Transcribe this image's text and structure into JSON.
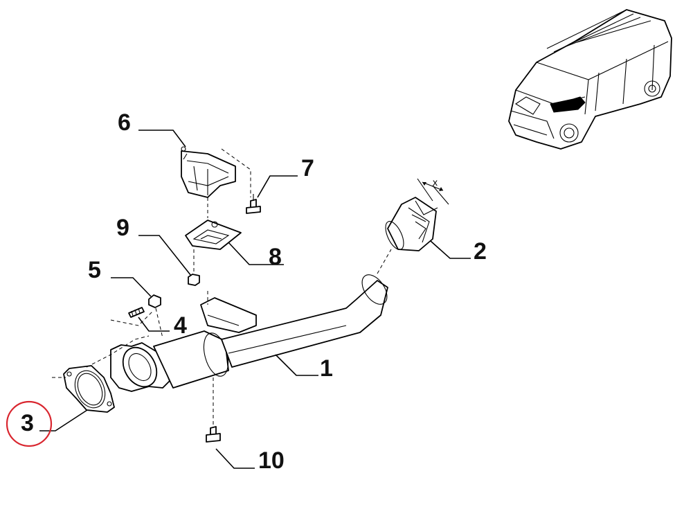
{
  "diagram": {
    "callouts": {
      "c1": "1",
      "c2": "2",
      "c3": "3",
      "c4": "4",
      "c5": "5",
      "c6": "6",
      "c7": "7",
      "c8": "8",
      "c9": "9",
      "c10": "10"
    },
    "dimension_mark": "x",
    "highlight_color": "#d9262f",
    "highlighted_callout": "3"
  }
}
